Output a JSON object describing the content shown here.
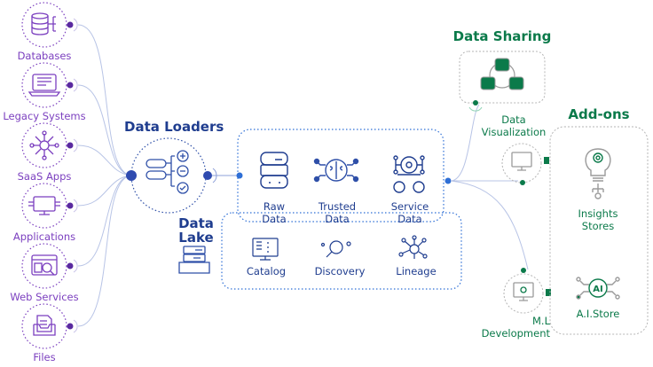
{
  "colors": {
    "source_purple": "#7b3fbf",
    "core_blue": "#1f3d8f",
    "accent_blue": "#2e6fd6",
    "output_green": "#0b7a4a",
    "connector_line": "#b8c4e6",
    "neutral_gray": "#9a9a9a"
  },
  "sources": [
    {
      "label": "Databases",
      "icon": "database-icon"
    },
    {
      "label": "Legacy Systems",
      "icon": "laptop-icon"
    },
    {
      "label": "SaaS Apps",
      "icon": "network-hub-icon"
    },
    {
      "label": "Applications",
      "icon": "monitor-icon"
    },
    {
      "label": "Web Services",
      "icon": "browser-search-icon"
    },
    {
      "label": "Files",
      "icon": "file-tray-icon"
    }
  ],
  "loaders": {
    "title": "Data Loaders",
    "icon": "server-actions-icon"
  },
  "data_lake": {
    "title_line1": "Data",
    "title_line2": "Lake",
    "icon": "storage-stack-icon",
    "stages": [
      {
        "line1": "Raw",
        "line2": "Data",
        "icon": "database-icon"
      },
      {
        "line1": "Trusted",
        "line2": "Data",
        "icon": "brain-circuit-icon"
      },
      {
        "line1": "Service",
        "line2": "Data",
        "icon": "users-service-icon"
      }
    ],
    "tools": [
      {
        "label": "Catalog",
        "icon": "catalog-monitor-icon"
      },
      {
        "label": "Discovery",
        "icon": "magnifier-icon"
      },
      {
        "label": "Lineage",
        "icon": "graph-nodes-icon"
      }
    ]
  },
  "data_sharing": {
    "title": "Data Sharing",
    "icon": "shared-databases-icon"
  },
  "outputs": {
    "visualization": {
      "line1": "Data",
      "line2": "Visualization",
      "icon": "monitor-icon"
    },
    "ml": {
      "line1": "M.L",
      "line2": "Development",
      "icon": "ml-monitor-icon"
    }
  },
  "addons": {
    "title": "Add-ons",
    "items": [
      {
        "line1": "Insights",
        "line2": "Stores",
        "icon": "lightbulb-gear-icon"
      },
      {
        "line1": "A.I.Store",
        "line2": "",
        "icon": "ai-chip-icon",
        "badge": "AI"
      }
    ]
  }
}
